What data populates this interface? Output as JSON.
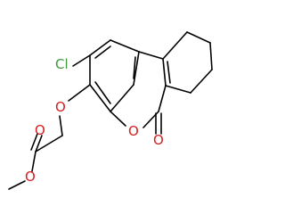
{
  "colors": {
    "background": "#ffffff",
    "bond": "#000000",
    "chlorine": "#3a9a3a",
    "oxygen": "#d42020"
  },
  "atoms": {
    "chlorine": "Cl",
    "ring_oxygen": "O",
    "carbonyl_oxygen": "O",
    "ether_oxygen": "O",
    "ester_carbonyl_oxygen": "O",
    "ester_oxygen": "O"
  }
}
